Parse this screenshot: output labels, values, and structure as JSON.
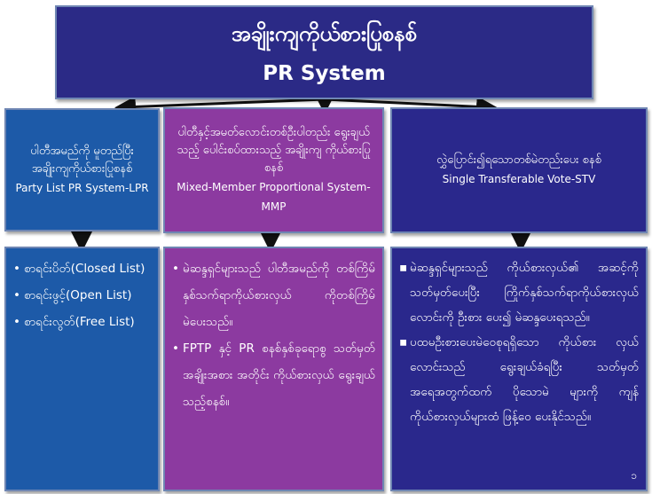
{
  "top": {
    "title": "အချိုးကျကိုယ်စားပြုစနစ်",
    "subtitle": "PR System"
  },
  "columns": [
    {
      "heading_my": "ပါတီအမည်ကို မူတည်ပြီး အချိုးကျကိုယ်စားပြုစနစ်",
      "heading_en": "Party List PR System-LPR",
      "items": [
        "စာရင်းပိတ်(Closed List)",
        "စာရင်းဖွင့်(Open List)",
        "စာရင်းလွတ်(Free List)"
      ]
    },
    {
      "heading_my": "ပါတီနှင့်အမတ်လောင်းတစ်ဦးပါတည်း ရွေးချယ်သည့် ပေါင်းစပ်ထားသည့် အချိုးကျ ကိုယ်စားပြုစနစ်",
      "heading_en": "Mixed-Member Proportional System-MMP",
      "items": [
        "မဲဆန္ဒရှင်များသည် ပါတီအမည်ကို တစ်ကြိမ်နှစ်သက်ရာကိုယ်စားလှယ် ကိုတစ်ကြိမ် မဲပေးသည်။",
        "FPTP နှင့် PR စနစ်နှစ်ခုရောစွ သတ်မှတ် အချိုးအစား အတိုင်း ကိုယ်စားလှယ် ရွေးချယ်သည့်စနစ်။"
      ]
    },
    {
      "heading_my": "လွှဲပြောင်း၍ရသောတစ်မဲတည်းပေး စနစ်",
      "heading_en": "Single Transferable Vote-STV",
      "items": [
        "မဲဆန္ဒရှင်များသည် ကိုယ်စားလှယ်၏ အဆင့်ကို သတ်မှတ်ပေးပြီး ကြိုက်နှစ်သက်ရာကိုယ်စားလှယ်လောင်းကို ဦးစား ပေး၍ မဲဆန္ဒပေးရသည်။",
        "ပထမဦးစားပေးမဲဝေစုရရှိသော ကိုယ်စား လှယ်လောင်းသည် ရွေးချယ်ခံရပြီး သတ်မှတ် အရေအတွက်ထက် ပိုသောမဲ များကို ကျန်ကိုယ်စားလှယ်များထံ ဖြန့်ဝေ ပေးနိုင်သည်။"
      ]
    }
  ],
  "bullet_glyphs": [
    "•",
    "▪"
  ],
  "page_number": "၁",
  "colors": {
    "top": "#2b2a86",
    "lpr": "#1d5aa8",
    "mmp": "#8c3aa0",
    "stv": "#2a288c",
    "arrow": "#111111"
  }
}
